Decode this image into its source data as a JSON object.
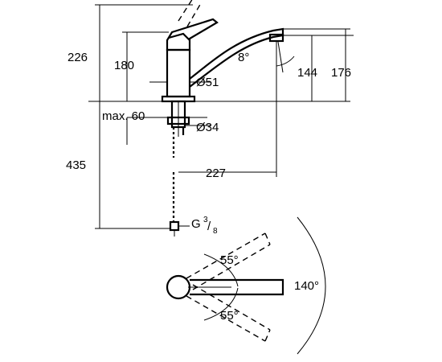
{
  "dimensions": {
    "total_height": "226",
    "spout_height": "180",
    "outlet_height": "144",
    "total_spout_rise": "176",
    "outlet_angle": "8°",
    "body_diameter": "Ø51",
    "max_deck_thickness": "max. 60",
    "hole_diameter": "Ø34",
    "hose_length": "435",
    "spout_reach": "227",
    "connection_main": "G",
    "connection_num": "3",
    "connection_den": "8",
    "swivel_left": "55°",
    "swivel_right": "55°",
    "swivel_total": "140°"
  }
}
